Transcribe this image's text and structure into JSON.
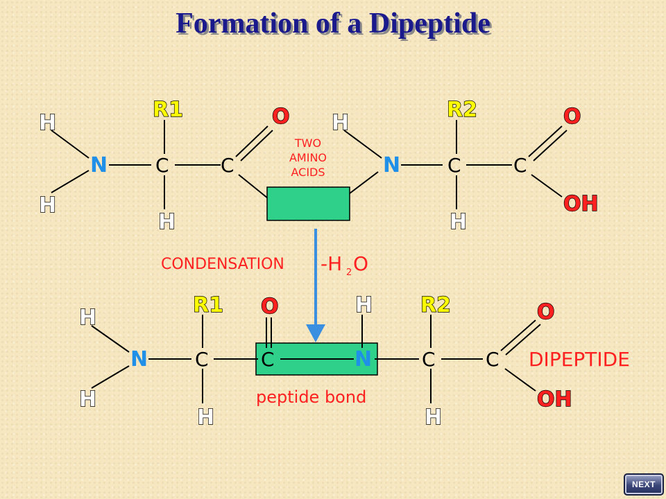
{
  "title": "Formation of a Dipeptide",
  "labels": {
    "two_amino_acids": [
      "TWO",
      "AMINO",
      "ACIDS"
    ],
    "condensation": "CONDENSATION",
    "water_minus_h": "-H",
    "water_sub": "2",
    "water_o": "O",
    "peptide_bond": "peptide bond",
    "dipeptide": "DIPEPTIDE"
  },
  "atoms": {
    "H": "H",
    "N": "N",
    "C": "C",
    "O": "O",
    "OH": "OH",
    "R1": "R1",
    "R2": "R2"
  },
  "colors": {
    "title": "#1a1a8c",
    "oxygen": "#ff2020",
    "nitrogen": "#1f8fe8",
    "r_group": "#ffff00",
    "hydrogen": "#ffffff",
    "highlight_box": "#2ed08a",
    "arrow": "#3a8fe0",
    "label_red": "#ff2020"
  },
  "nav": {
    "next_label": "NEXT"
  }
}
